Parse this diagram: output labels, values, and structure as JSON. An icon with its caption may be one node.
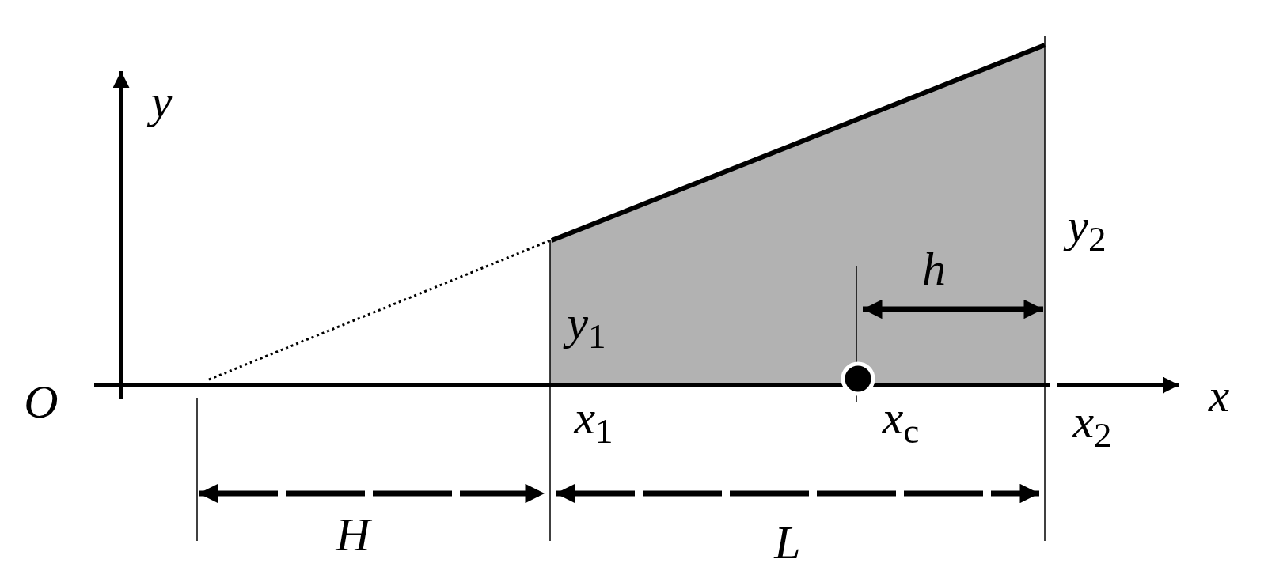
{
  "diagram": {
    "labels": [
      "y",
      "*y*$_{2}$",
      "h",
      "*y*$_{1}$",
      "O",
      "x",
      "*x*$_{1}$",
      "*x*$_{c}$",
      "*x*$_{2}$",
      "H",
      "L"
    ]
  }
}
